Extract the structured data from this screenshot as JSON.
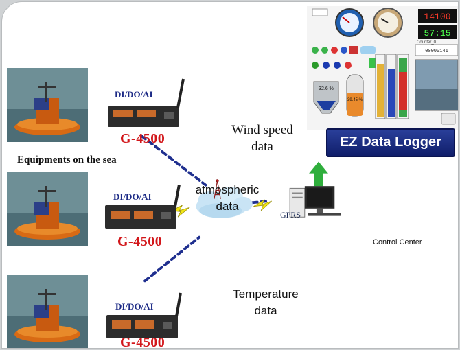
{
  "caption": "Equipments on the sea",
  "devices": [
    {
      "io_label": "DI/DO/AI",
      "model": "G-4500"
    },
    {
      "io_label": "DI/DO/AI",
      "model": "G-4500"
    },
    {
      "io_label": "DI/DO/AI",
      "model": "G-4500"
    }
  ],
  "data_labels": {
    "wind_line1": "Wind speed",
    "wind_line2": "data",
    "atmo_line1": "atmospheric",
    "atmo_line2": "data",
    "temp_line1": "Temperature",
    "temp_line2": "data"
  },
  "gprs_label": "GPRS",
  "control_center_label": "Control Center",
  "ez_logger_label": "EZ Data Logger",
  "dashboard": {
    "percent_left": "32.6 %",
    "percent_right": "39.45 %",
    "counter_label": "Counter_0",
    "counter_value": "00000141",
    "clock_top": "14100",
    "clock_bottom": "57:15"
  },
  "colors": {
    "dash_line": "#1f2f8f",
    "device_text": "#1d2b86",
    "model_text": "#d2161a",
    "arrow": "#2fae3c",
    "logger_bg": "#1b2c84"
  }
}
